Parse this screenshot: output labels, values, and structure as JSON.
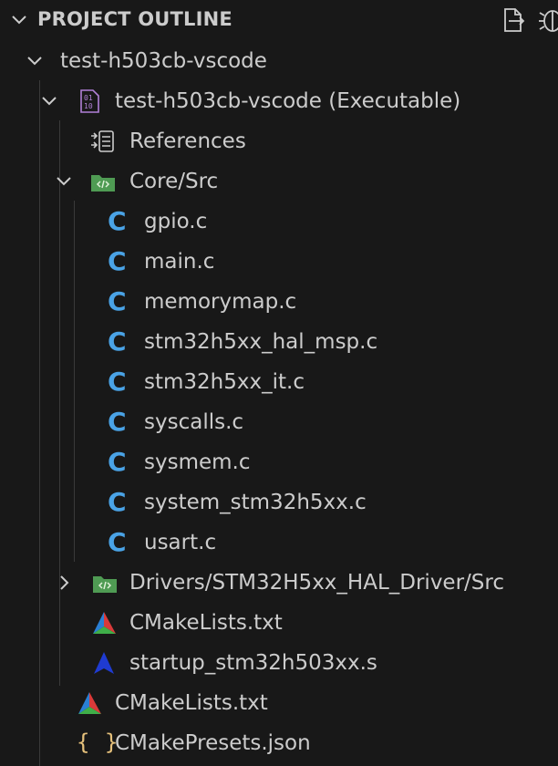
{
  "header": {
    "title": "PROJECT OUTLINE",
    "actions": [
      "open-file-icon",
      "debug-icon"
    ]
  },
  "tree": {
    "root": {
      "label": "test-h503cb-vscode",
      "expanded": true
    },
    "executable": {
      "label": "test-h503cb-vscode (Executable)",
      "icon": "binary-icon",
      "expanded": true
    },
    "references": {
      "label": "References",
      "icon": "references-icon"
    },
    "core_src": {
      "label": "Core/Src",
      "icon": "source-folder-icon",
      "expanded": true
    },
    "files": [
      {
        "label": "gpio.c",
        "icon": "c-file-icon",
        "glyph": "C"
      },
      {
        "label": "main.c",
        "icon": "c-file-icon",
        "glyph": "C"
      },
      {
        "label": "memorymap.c",
        "icon": "c-file-icon",
        "glyph": "C"
      },
      {
        "label": "stm32h5xx_hal_msp.c",
        "icon": "c-file-icon",
        "glyph": "C"
      },
      {
        "label": "stm32h5xx_it.c",
        "icon": "c-file-icon",
        "glyph": "C"
      },
      {
        "label": "syscalls.c",
        "icon": "c-file-icon",
        "glyph": "C"
      },
      {
        "label": "sysmem.c",
        "icon": "c-file-icon",
        "glyph": "C"
      },
      {
        "label": "system_stm32h5xx.c",
        "icon": "c-file-icon",
        "glyph": "C"
      },
      {
        "label": "usart.c",
        "icon": "c-file-icon",
        "glyph": "C"
      }
    ],
    "drivers_src": {
      "label": "Drivers/STM32H5xx_HAL_Driver/Src",
      "icon": "source-folder-icon",
      "expanded": false
    },
    "exe_cmakelists": {
      "label": "CMakeLists.txt",
      "icon": "cmake-icon"
    },
    "startup": {
      "label": "startup_stm32h503xx.s",
      "icon": "assembly-icon"
    },
    "root_cmakelists": {
      "label": "CMakeLists.txt",
      "icon": "cmake-icon"
    },
    "presets": {
      "label": "CMakePresets.json",
      "icon": "json-braces-icon",
      "glyph": "{ }"
    }
  },
  "colors": {
    "background": "#181818",
    "text": "#cccccc",
    "c_icon": "#4aa3e6",
    "folder_green": "#4f9b53",
    "json_braces": "#e5c07b",
    "binary_purple": "#b180d7"
  }
}
